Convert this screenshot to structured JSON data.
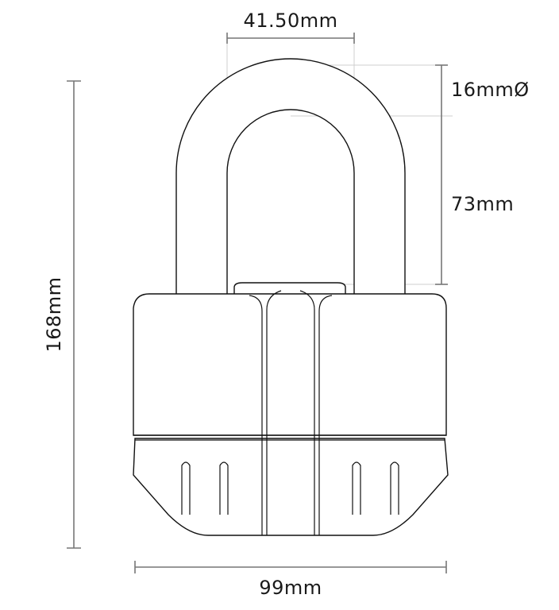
{
  "diagram": {
    "dimensions": {
      "shackle_inner_width": "41.50mm",
      "shackle_diameter": "16mmØ",
      "shackle_clearance": "73mm",
      "total_height": "168mm",
      "body_width": "99mm"
    },
    "colors": {
      "outline": "#111111",
      "dimension_line": "#777777",
      "guide_line": "#cfcfcf",
      "text": "#1a1a1a",
      "background": "#ffffff"
    }
  }
}
